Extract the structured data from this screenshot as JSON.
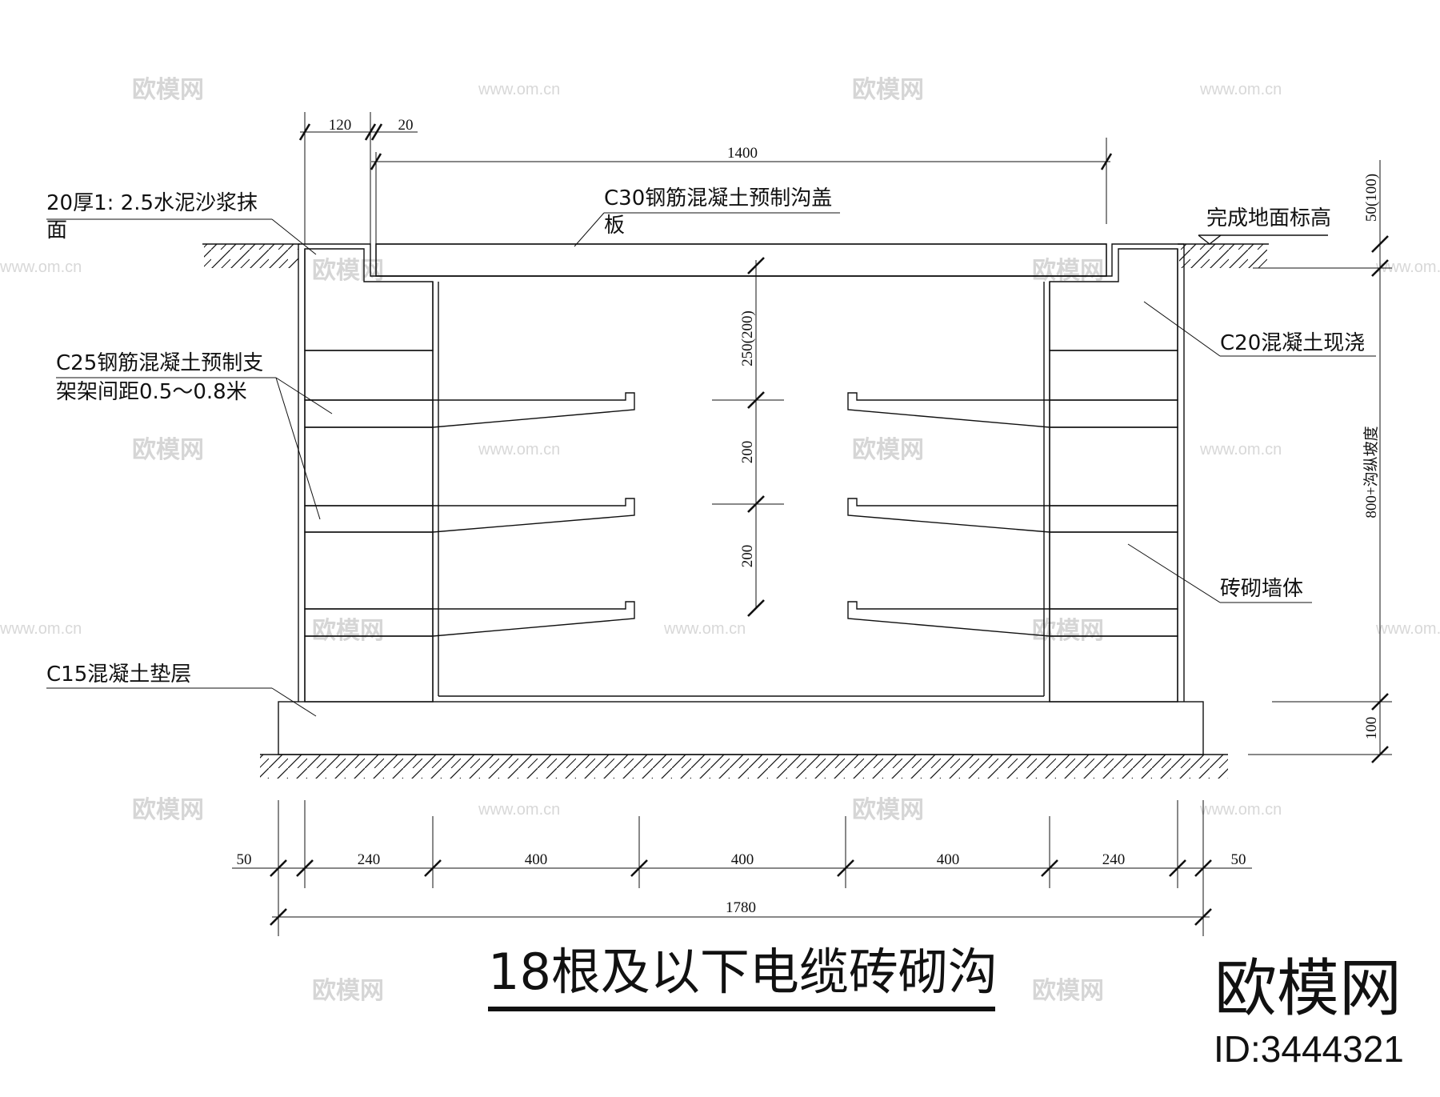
{
  "top_dims": {
    "d120": "120",
    "d20": "20",
    "d1400": "1400"
  },
  "right_dims": {
    "top": "50(100)",
    "mid": "800+沟纵坡度",
    "bot": "100"
  },
  "inner_dims": {
    "d1": "250(200)",
    "d2": "200",
    "d3": "200"
  },
  "bottom_dims": [
    "50",
    "240",
    "400",
    "400",
    "400",
    "240",
    "50"
  ],
  "bottom_total": "1780",
  "labels": {
    "mortar_line1": "20厚1: 2.5水泥沙浆抹",
    "mortar_line2": "面",
    "cover_line1": "C30钢筋混凝土预制沟盖",
    "cover_line2": "板",
    "ground": "完成地面标高",
    "c20": "C20混凝土现浇",
    "bracket_line1": "C25钢筋混凝土预制支",
    "bracket_line2": "架架间距0.5～0.8米",
    "brick": "砖砌墙体",
    "c15": "C15混凝土垫层"
  },
  "title": "18根及以下电缆砖砌沟",
  "brand": {
    "name": "欧模网",
    "id": "ID:3444321"
  },
  "watermark": {
    "logo": "欧模网",
    "url": "www.om.cn"
  }
}
